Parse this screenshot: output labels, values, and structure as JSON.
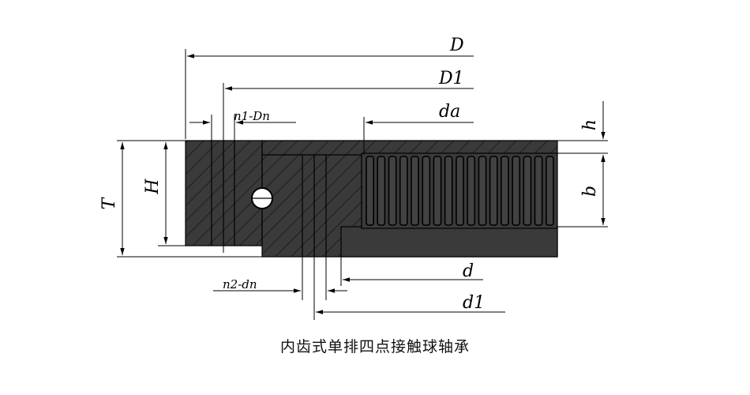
{
  "labels": {
    "D": "D",
    "D1": "D1",
    "da": "da",
    "n1Dn": "n1-Dn",
    "h": "h",
    "b": "b",
    "T": "T",
    "H": "H",
    "d": "d",
    "d1": "d1",
    "n2dn": "n2-dn"
  },
  "caption": "内齿式单排四点接触球轴承",
  "colors": {
    "section_fill": "#3a3a3a",
    "hatch": "#111111",
    "line": "#000000"
  },
  "gear_teeth_count": 17
}
